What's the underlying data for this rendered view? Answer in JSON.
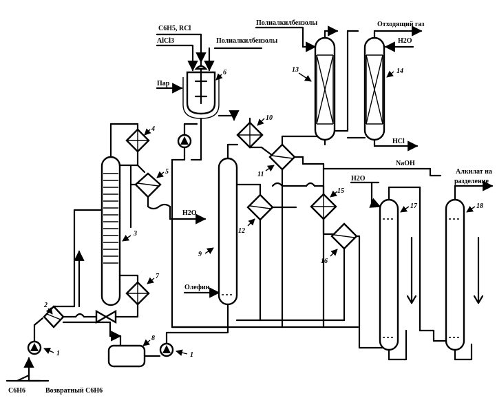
{
  "streams": {
    "benzene_feed": "C6H6",
    "return_benzene": "Возвратный C6H6",
    "reagents": "C6H5, RCl",
    "catalyst": "AlCl3",
    "polyalkyl_in": "Полиалкилбензолы",
    "steam": "Пар",
    "polyalkyl_top": "Полиалкилбензолы",
    "off_gas": "Отходящий газ",
    "water_top": "H2O",
    "hcl": "HCl",
    "naoh": "NaOH",
    "water_mid": "H2O",
    "water_wash": "H2O",
    "olefin": "Олефин",
    "alkylate_1": "Алкилат на",
    "alkylate_2": "разделение"
  },
  "equipment": {
    "n1a": "1",
    "n1b": "1",
    "n2": "2",
    "n3": "3",
    "n4": "4",
    "n5": "5",
    "n6": "6",
    "n7": "7",
    "n8": "8",
    "n9": "9",
    "n10": "10",
    "n11": "11",
    "n12": "12",
    "n13": "13",
    "n14": "14",
    "n15": "15",
    "n16": "16",
    "n17": "17",
    "n18": "18"
  }
}
